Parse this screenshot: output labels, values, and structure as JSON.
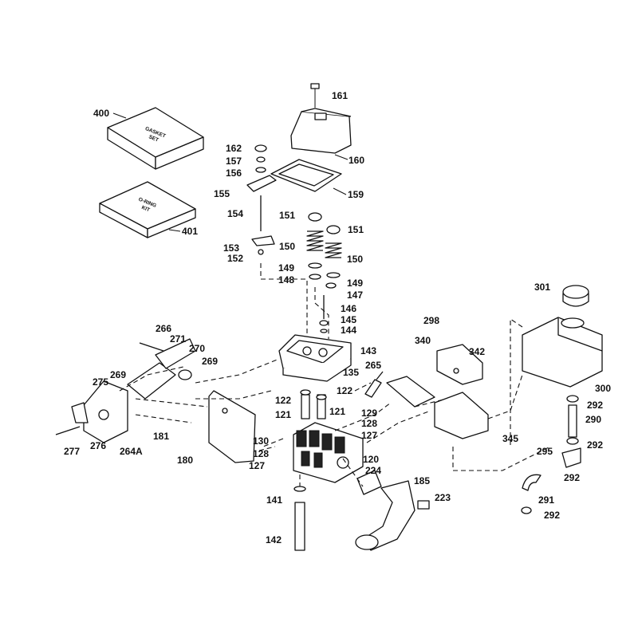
{
  "kits": {
    "gasket_set": {
      "label": "GASKET\nSET"
    },
    "oring_kit": {
      "label": "O-RING\nKIT"
    }
  },
  "callouts": {
    "p400": "400",
    "p401": "401",
    "p161": "161",
    "p160": "160",
    "p159": "159",
    "p162": "162",
    "p157": "157",
    "p156": "156",
    "p155": "155",
    "p154": "154",
    "p153": "153",
    "p152": "152",
    "p151a": "151",
    "p151b": "151",
    "p150a": "150",
    "p150b": "150",
    "p149a": "149",
    "p149b": "149",
    "p148": "148",
    "p147": "147",
    "p146": "146",
    "p145": "145",
    "p144": "144",
    "p143": "143",
    "p266": "266",
    "p271": "271",
    "p270": "270",
    "p269a": "269",
    "p269b": "269",
    "p275": "275",
    "p277": "277",
    "p276": "276",
    "p264a": "264A",
    "p181": "181",
    "p180": "180",
    "p122a": "122",
    "p122b": "122",
    "p121a": "121",
    "p121b": "121",
    "p129": "129",
    "p128a": "128",
    "p127a": "127",
    "p130": "130",
    "p128b": "128",
    "p127b": "127",
    "p120": "120",
    "p135": "135",
    "p265": "265",
    "p298": "298",
    "p340": "340",
    "p342": "342",
    "p345": "345",
    "p301": "301",
    "p300": "300",
    "p292a": "292",
    "p290": "290",
    "p292b": "292",
    "p295": "295",
    "p292c": "292",
    "p291": "291",
    "p292d": "292",
    "p224": "224",
    "p185": "185",
    "p223": "223",
    "p141": "141",
    "p142": "142"
  }
}
